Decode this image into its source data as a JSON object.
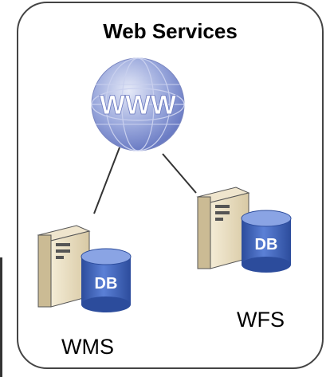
{
  "title": "Web Services",
  "globe": {
    "text": "WWW"
  },
  "nodes": [
    {
      "id": "wms",
      "label": "WMS",
      "db_text": "DB"
    },
    {
      "id": "wfs",
      "label": "WFS",
      "db_text": "DB"
    }
  ],
  "colors": {
    "globe": "#8f9fd8",
    "db": "#3f63b8",
    "server": "#e8dcc0",
    "stroke": "#333333"
  }
}
